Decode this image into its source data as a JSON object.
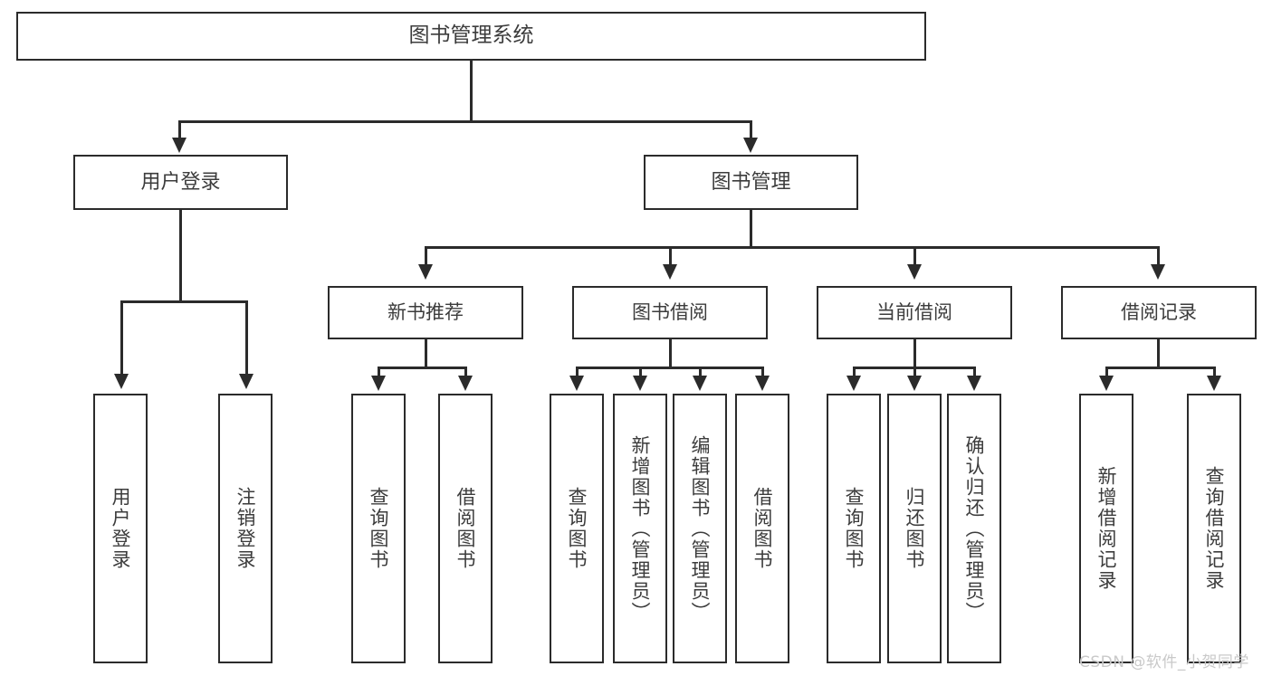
{
  "diagram": {
    "title": "图书管理系统",
    "type": "tree-hierarchy",
    "colors": {
      "line": "#2b2b2b",
      "box_border": "#2b2b2b",
      "box_fill": "#ffffff",
      "text": "#3c3c3c",
      "watermark": "#c9c9c9",
      "background": "#ffffff"
    }
  },
  "root": {
    "label": "图书管理系统"
  },
  "level2": [
    {
      "label": "用户登录"
    },
    {
      "label": "图书管理"
    }
  ],
  "level3": [
    {
      "label": "新书推荐"
    },
    {
      "label": "图书借阅"
    },
    {
      "label": "当前借阅"
    },
    {
      "label": "借阅记录"
    }
  ],
  "leaves": {
    "user_login": [
      {
        "label": "用户登录"
      },
      {
        "label": "注销登录"
      }
    ],
    "new_book_recommend": [
      {
        "label": "查询图书"
      },
      {
        "label": "借阅图书"
      }
    ],
    "book_borrow": [
      {
        "label": "查询图书"
      },
      {
        "label": "新增图书（管理员）"
      },
      {
        "label": "编辑图书（管理员）"
      },
      {
        "label": "借阅图书"
      }
    ],
    "current_borrow": [
      {
        "label": "查询图书"
      },
      {
        "label": "归还图书"
      },
      {
        "label": "确认归还（管理员）"
      }
    ],
    "borrow_record": [
      {
        "label": "新增借阅记录"
      },
      {
        "label": "查询借阅记录"
      }
    ]
  },
  "watermark": {
    "text": "CSDN @软件_小贺同学"
  }
}
